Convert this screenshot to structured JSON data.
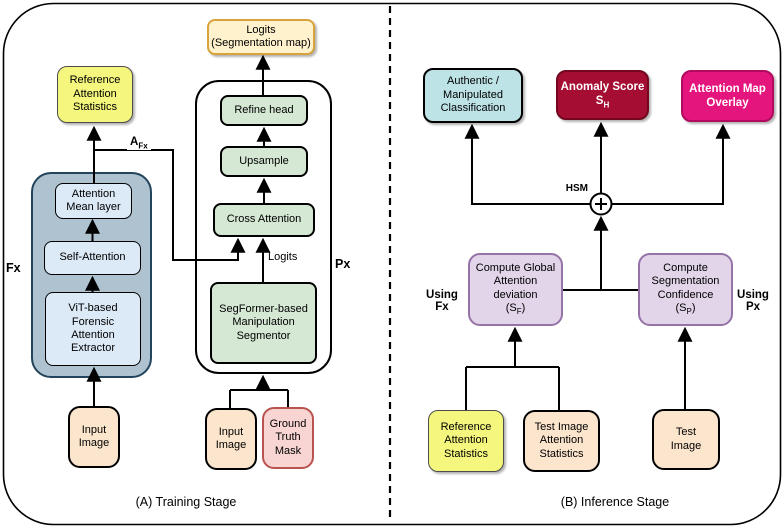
{
  "palette": {
    "cream_fill": "#FFF2CC",
    "cream_border": "#D8A33C",
    "yellow_fill": "#F4F67D",
    "yellow_border": "#4D4D4D",
    "slate_fill": "#AFC2CF",
    "slate_border": "#23445D",
    "lightblue_fill": "#DCE9F7",
    "peach_fill": "#FCE5CD",
    "green_fill": "#D5E8D4",
    "gt_pink_fill": "#F8D5D2",
    "gt_pink_border": "#B85450",
    "cyan_fill": "#BEE3E6",
    "crimson_fill": "#A50E32",
    "magenta_fill": "#E5157E",
    "purple_fill": "#E2D5E9",
    "purple_border": "#9673A6",
    "line_color": "#000000"
  },
  "stage_a": {
    "caption": "(A) Training Stage",
    "labels": {
      "fx": "Fx",
      "px": "Px",
      "afx_base": "A",
      "afx_sub": "Fx",
      "logits_edge": "Logits"
    },
    "boxes": {
      "logits_output": "Logits\n(Segmentation map)",
      "reference_attention_statistics": "Reference\nAttention\nStatistics",
      "attention_mean_layer": "Attention\nMean layer",
      "self_attention": "Self-Attention",
      "vit_extractor": "ViT-based\nForensic\nAttention\nExtractor",
      "input_image_fx": "Input\nImage",
      "refine_head": "Refine head",
      "upsample": "Upsample",
      "cross_attention": "Cross Attention",
      "segformer": "SegFormer-based\nManipulation\nSegmentor",
      "input_image_px": "Input\nImage",
      "ground_truth_mask": "Ground\nTruth\nMask"
    }
  },
  "stage_b": {
    "caption": "(B) Inference Stage",
    "labels": {
      "hsm": "HSM",
      "using_fx": "Using\nFx",
      "using_px": "Using\nPx"
    },
    "boxes": {
      "authentic_classification": "Authentic /\nManipulated\nClassification",
      "anomaly_line1": "Anomaly Score",
      "anomaly_s_base": "S",
      "anomaly_s_sub": "H",
      "attention_map_overlay": "Attention Map\nOverlay",
      "global_deviation_lines": "Compute Global\nAttention\ndeviation",
      "global_s_open": "(S",
      "global_s_sub": "F",
      "global_s_close": ")",
      "seg_confidence_lines": "Compute\nSegmentation\nConfidence",
      "seg_s_open": "(S",
      "seg_s_sub": "P",
      "seg_s_close": ")",
      "reference_attention_statistics": "Reference\nAttention\nStatistics",
      "test_image_attention_statistics": "Test Image\nAttention\nStatistics",
      "test_image": "Test\nImage"
    }
  }
}
